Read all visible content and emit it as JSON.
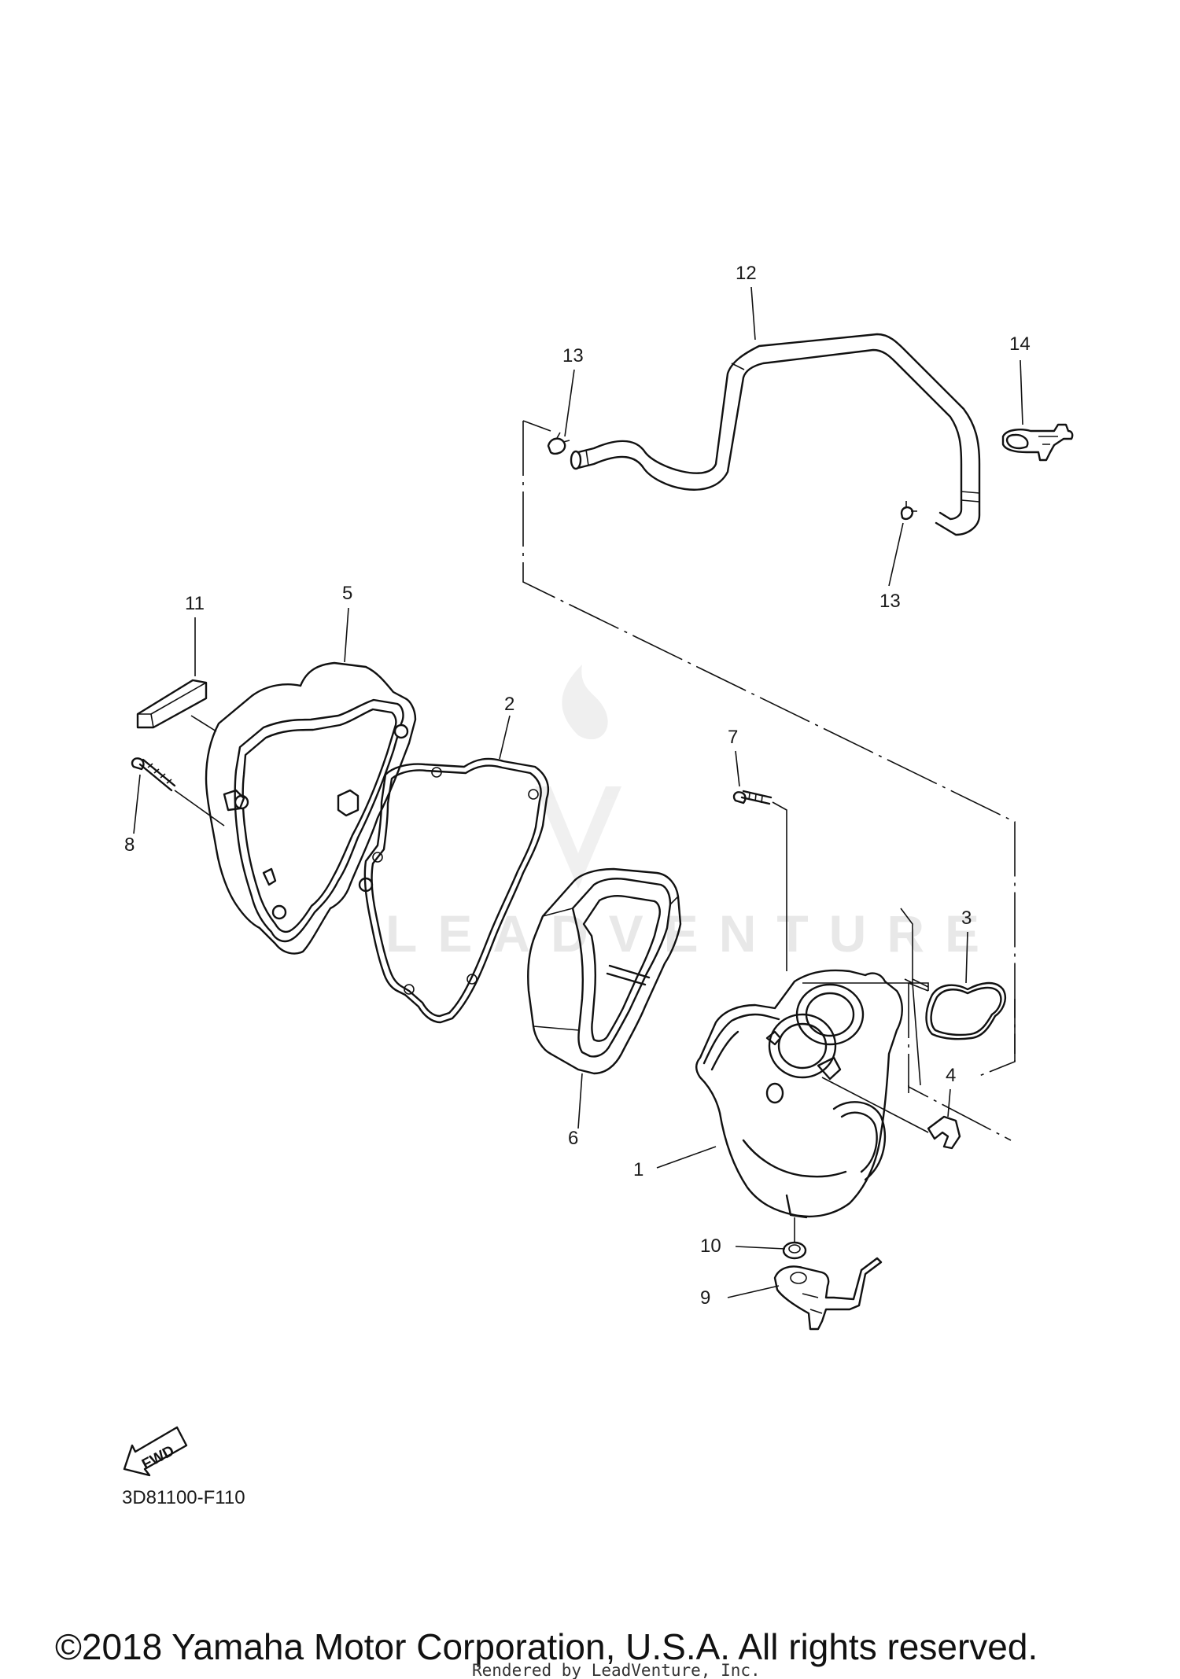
{
  "diagram": {
    "callouts": {
      "c1": "1",
      "c2": "2",
      "c3": "3",
      "c4": "4",
      "c5": "5",
      "c6": "6",
      "c7": "7",
      "c8": "8",
      "c9": "9",
      "c10": "10",
      "c11": "11",
      "c12": "12",
      "c13a": "13",
      "c13b": "13",
      "c14": "14"
    },
    "fwd_label": "FWD",
    "diagram_code": "3D81100-F110",
    "watermark": "LEADVENTURE",
    "copyright": "©2018 Yamaha Motor Corporation, U.S.A. All rights reserved.",
    "rendered_by": "Rendered by LeadVenture, Inc."
  }
}
